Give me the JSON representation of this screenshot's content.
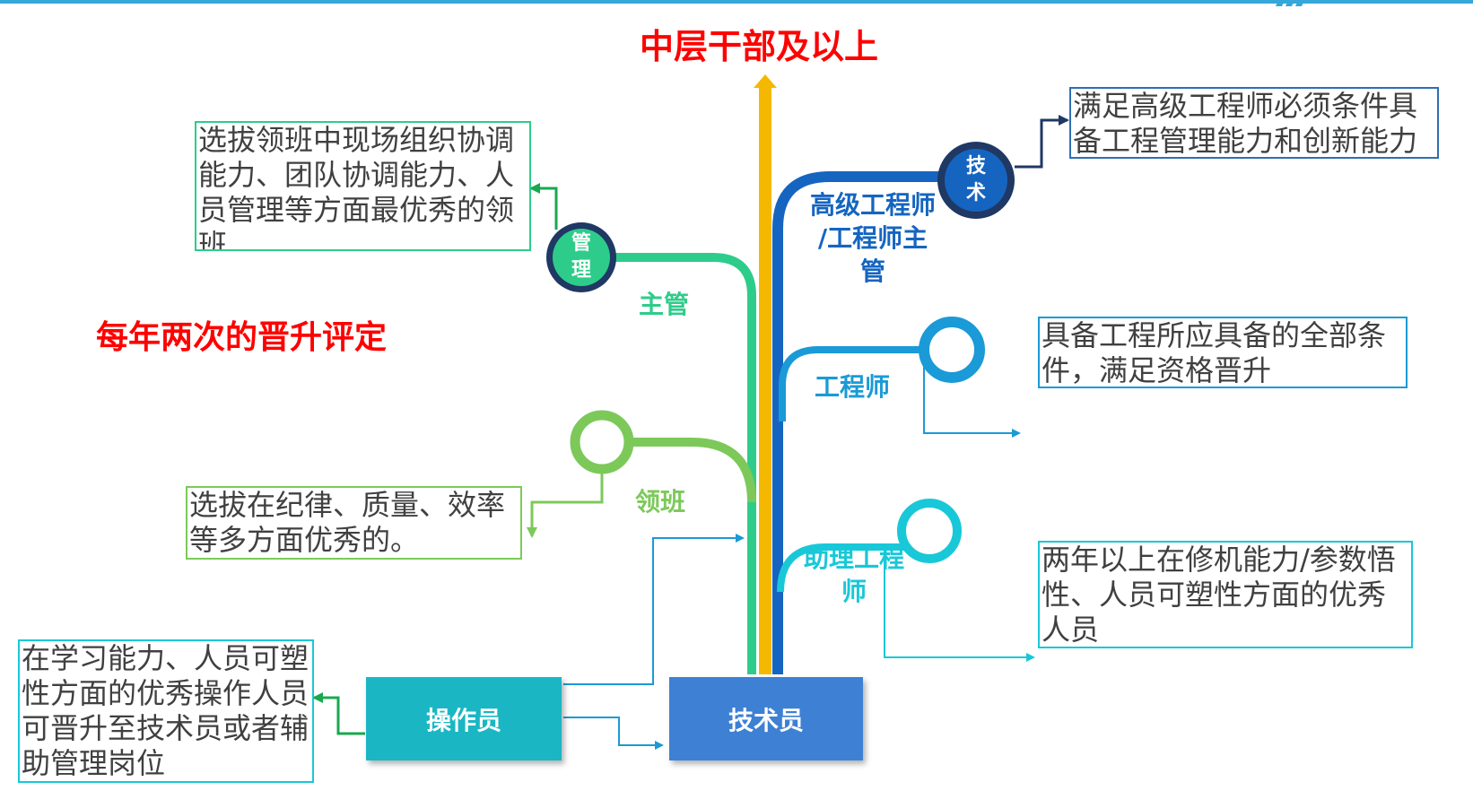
{
  "top_label": "中层干部及以上",
  "annual_review": "每年两次的晋升评定",
  "nodes": {
    "operator": "操作员",
    "technician": "技术员"
  },
  "management_track": {
    "supervisor_label": "主管",
    "team_leader_label": "领班",
    "circle_text": [
      "管",
      "理"
    ],
    "supervisor_desc": "选拔领班中现场组织协调能力、团队协调能力、人员管理等方面最优秀的领班",
    "team_leader_desc": "选拔在纪律、质量、效率等多方面优秀的。"
  },
  "technical_track": {
    "senior_label": [
      "高级工程师",
      "/工程师主",
      "管"
    ],
    "engineer_label": "工程师",
    "assistant_label": [
      "助理工程",
      "师"
    ],
    "circle_text": [
      "技",
      "术"
    ],
    "senior_desc": "满足高级工程师必须条件具备工程管理能力和创新能力",
    "engineer_desc": "具备工程所应具备的全部条件，满足资格晋升",
    "assistant_desc": "两年以上在修机能力/参数悟性、人员可塑性方面的优秀人员"
  },
  "operator_desc": "在学习能力、人员可塑性方面的优秀操作人员可晋升至技术员或者辅助管理岗位",
  "colors": {
    "red": "#ff0000",
    "green": "#2ecc8a",
    "light_green": "#7cc95a",
    "dark_green": "#1aa84f",
    "blue": "#1565c0",
    "sky": "#1a9ad6",
    "cyan": "#18c8d8",
    "yellow": "#f5b800",
    "navy": "#1f3864",
    "operator_fill": "#1ab6c4",
    "technician_fill": "#3d80d4"
  }
}
